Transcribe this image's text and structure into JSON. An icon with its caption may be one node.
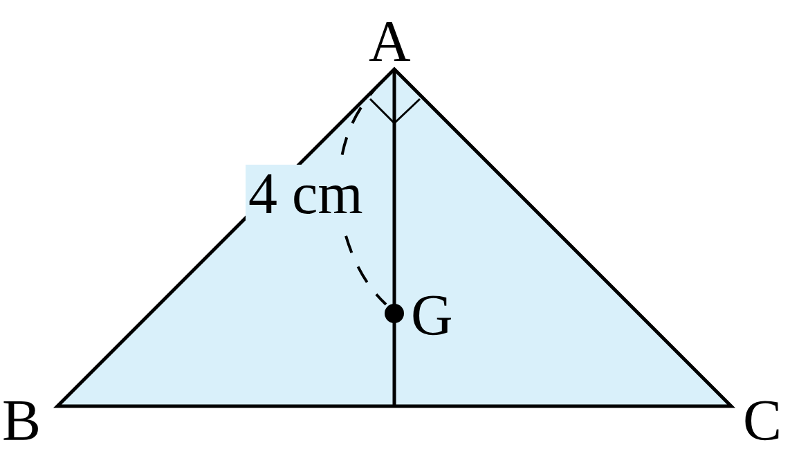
{
  "diagram": {
    "labels": [
      "A",
      "4 cm",
      "G",
      "B",
      "C"
    ]
  }
}
